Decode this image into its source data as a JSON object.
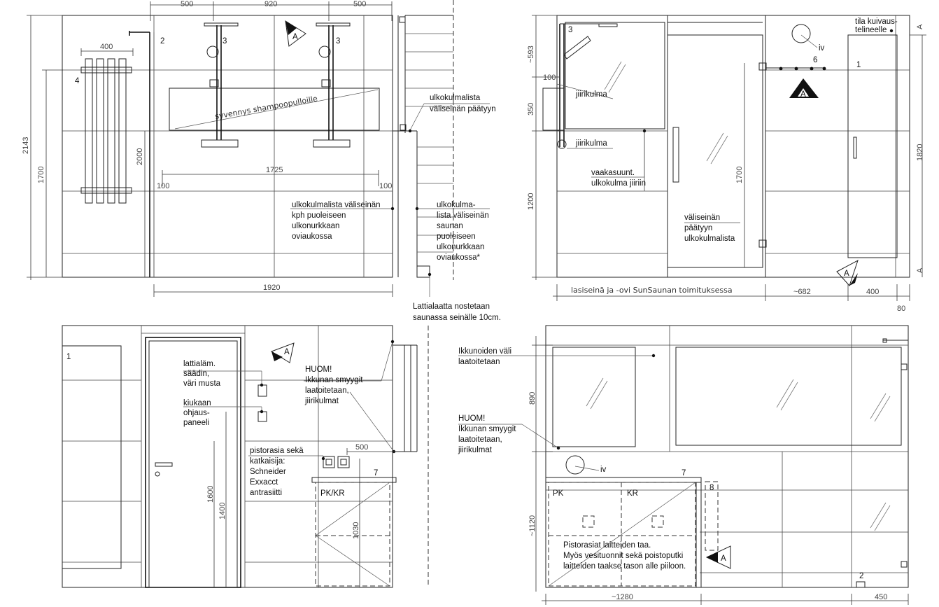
{
  "nw": {
    "dims": {
      "w500a": "500",
      "w920": "920",
      "w500b": "500",
      "w400": "400",
      "h2143": "2143",
      "h1700": "1700",
      "h2000": "2000",
      "w1725": "1725",
      "w100a": "100",
      "w100b": "100",
      "w1920": "1920"
    },
    "markers": {
      "m2": "2",
      "m3a": "3",
      "m3b": "3",
      "m4": "4",
      "mA": "A"
    },
    "niche": "syvennys shampoopulloille",
    "note_profile_end": [
      "ulkokulmalista",
      "väliseinän päätyyn"
    ],
    "note_kph": [
      "ulkokulmalista väliseinän",
      "kph puoleiseen",
      "ulkonurkkaan",
      "oviaukossa"
    ],
    "note_sauna": [
      "ulkokulma-",
      "lista väliseinän",
      "saunan",
      "puoleiseen",
      "ulkonurkkaan",
      "oviaukossa*"
    ],
    "note_floor": [
      "Lattialaatta nostetaan",
      "saunassa seinälle 10cm."
    ]
  },
  "ne": {
    "dims": {
      "h593": "~593",
      "w100": "100",
      "h350": "350",
      "h1200": "1200",
      "h1700": "1700",
      "h1820": "1820",
      "w682": "~682",
      "w400": "400",
      "w80": "80",
      "sideA1": "A",
      "sideA2": "A"
    },
    "markers": {
      "m3": "3",
      "m6": "6",
      "m1": "1",
      "iv": "iv",
      "mA": "A",
      "mA2": "A"
    },
    "note_dry": [
      "tila kuivaus-",
      "telineelle"
    ],
    "note_mitre1": "jiirikulma",
    "note_mitre2": "jiirikulma",
    "note_vert": [
      "vaakasuunt.",
      "ulkokulma jiiriin"
    ],
    "note_wall": [
      "väliseinän",
      "päätyyn",
      "ulkokulmalista"
    ],
    "caption": "lasiseinä ja -ovi SunSaunan toimituksessa"
  },
  "sw": {
    "dims": {
      "w500": "500",
      "h1600": "1600",
      "h1400": "1400",
      "h1030": "1030"
    },
    "markers": {
      "m1": "1",
      "m7": "7",
      "mA": "A"
    },
    "note_heat": [
      "lattialäm.",
      "säädin,",
      "väri musta"
    ],
    "note_kiuas": [
      "kiukaan",
      "ohjaus-",
      "paneeli"
    ],
    "note_huom": [
      "HUOM!",
      "Ikkunan smyygit",
      "laatoitetaan,",
      "jiirikulmat"
    ],
    "note_socket": [
      "pistorasia sekä",
      "katkaisija:",
      "Schneider",
      "Exxacct",
      "antrasiitti"
    ],
    "cabinet": "PK/KR"
  },
  "se": {
    "dims": {
      "h890": "890",
      "h1120": "~1120",
      "w1280": "~1280",
      "w450": "450"
    },
    "markers": {
      "m7": "7",
      "m8": "8",
      "m2": "2",
      "iv": "iv",
      "mA": "A"
    },
    "note_tiled": [
      "Ikkunoiden väli",
      "laatoitetaan"
    ],
    "note_huom": [
      "HUOM!",
      "Ikkunan smyygit",
      "laatoitetaan,",
      "jiirikulmat"
    ],
    "pk": "PK",
    "kr": "KR",
    "note_sockets": [
      "Pistorasiat laitteiden taa.",
      "Myös vesituonnit sekä poistoputki",
      "laitteiden taakse tason alle piiloon."
    ]
  }
}
